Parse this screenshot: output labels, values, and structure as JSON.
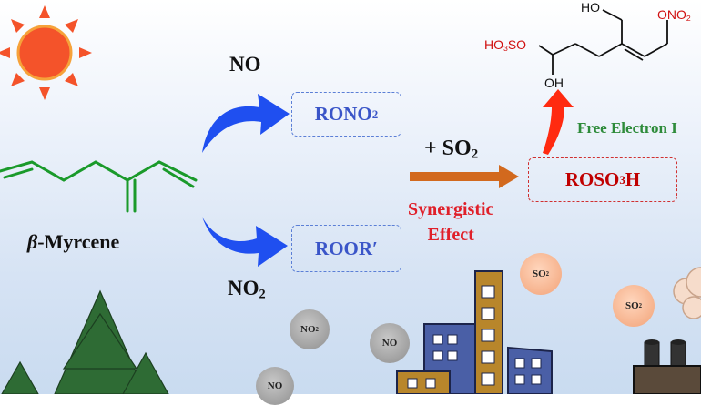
{
  "reactant": {
    "prefix": "β",
    "name": "-Myrcene"
  },
  "no_label": "NO",
  "no2_label": {
    "main": "NO",
    "sub": "2"
  },
  "rono2_box": {
    "main": "RONO",
    "sub": "2"
  },
  "roor_box": "ROOR′",
  "so2_label": {
    "main": "+ SO",
    "sub": "2"
  },
  "synergy": {
    "line1": "Synergistic",
    "line2": "Effect"
  },
  "roso3h_box": {
    "a": "ROSO",
    "sub": "3",
    "b": "H"
  },
  "free_electron": "Free Electron I",
  "product_labels": {
    "ho": "HO",
    "ono2": "ONO",
    "ono2_sub": "2",
    "ho3so": "HO",
    "ho3so_sub": "3",
    "ho3so_tail": "SO",
    "oh": "OH"
  },
  "bubbles": {
    "no2_a": {
      "main": "NO",
      "sub": "2"
    },
    "no_a": "NO",
    "no_b": "NO",
    "so2_a": {
      "main": "SO",
      "sub": "2"
    },
    "so2_b": {
      "main": "SO",
      "sub": "2"
    }
  },
  "colors": {
    "green_molecule": "#1a9a2a",
    "blue_arrow": "#1f4ff0",
    "orange_arrow": "#d2691e",
    "red_arrow": "#ff2a10",
    "sun": "#f4532a",
    "tree": "#2e6b34",
    "building": "#b8862b"
  }
}
